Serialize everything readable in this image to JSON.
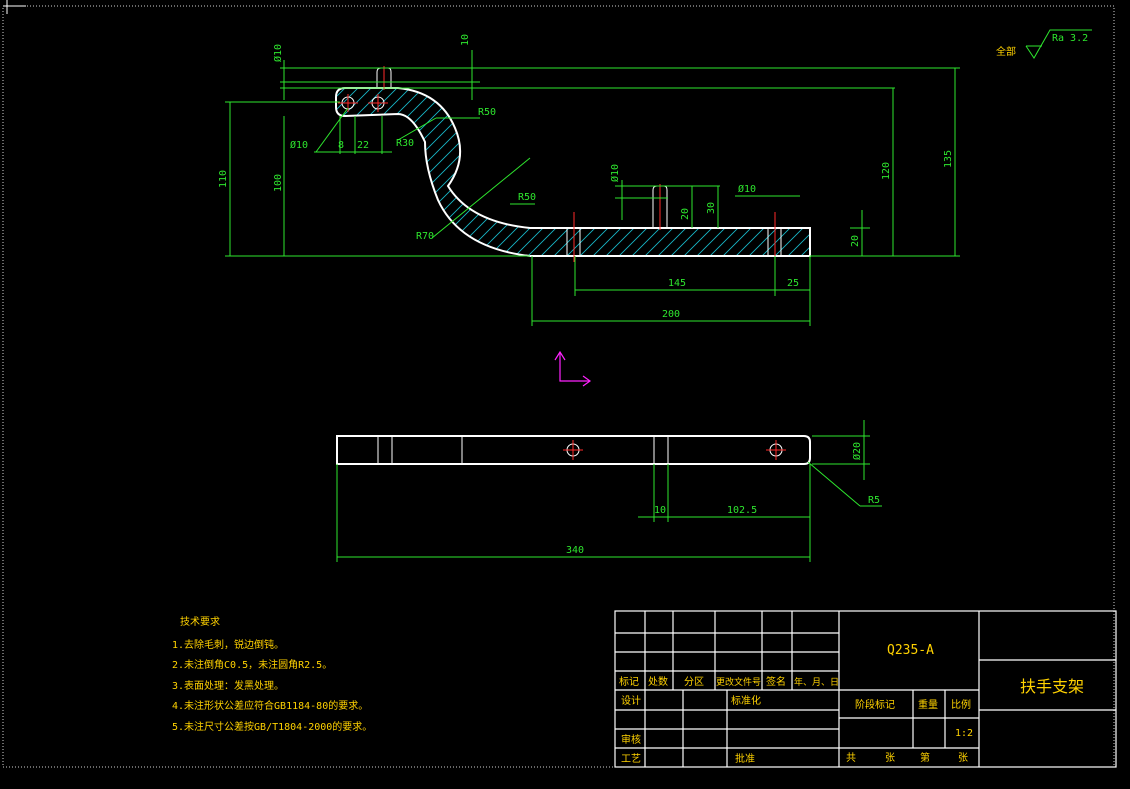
{
  "drawing": {
    "colors": {
      "background": "#000000",
      "outline": "#ffffff",
      "dimension": "#2ee62e",
      "hatch": "#19b8c8",
      "centerline": "#ff2a2a",
      "annotation": "#ffd200",
      "ucs": "#ff22ff"
    },
    "roughness": {
      "prefix": "全部",
      "value": "Ra 3.2"
    },
    "front_view_dims": {
      "d_top_dia": "Ø10",
      "d_top_ten": "10",
      "d_r50_top": "R50",
      "d_r30": "R30",
      "d_dia10_left": "Ø10",
      "d_eight": "8",
      "d_twenty_two": "22",
      "d_110": "110",
      "d_100": "100",
      "d_120": "120",
      "d_135": "135",
      "d_r70": "R70",
      "d_r50_mid": "R50",
      "d_dia10_mid": "Ø10",
      "d_twenty_mid": "20",
      "d_thirty": "30",
      "d_dia10_right": "Ø10",
      "d_twenty_right": "20",
      "d_145": "145",
      "d_25": "25",
      "d_200": "200"
    },
    "top_view_dims": {
      "d_dia20": "Ø20",
      "d_r5": "R5",
      "d_ten": "10",
      "d_102_5": "102.5",
      "d_340": "340"
    },
    "tech_notes": {
      "title": "技术要求",
      "items": [
        "1.去除毛刺，锐边倒钝。",
        "2.未注倒角C0.5，未注圆角R2.5。",
        "3.表面处理：发黑处理。",
        "4.未注形状公差应符合GB1184-80的要求。",
        "5.未注尺寸公差按GB/T1804-2000的要求。"
      ]
    },
    "title_block": {
      "material": "Q235-A",
      "part_name": "扶手支架",
      "hdr_mark": "标记",
      "hdr_count": "处数",
      "hdr_zone": "分区",
      "hdr_doc": "更改文件号",
      "hdr_sign": "签名",
      "hdr_date": "年、月、日",
      "design": "设计",
      "standard": "标准化",
      "stage_mark": "阶段标记",
      "weight": "重量",
      "scale": "比例",
      "scale_value": "1:2",
      "review": "审核",
      "process": "工艺",
      "approve": "批准",
      "total": "共",
      "sheets1": "张",
      "page_no": "第",
      "sheets2": "张"
    }
  }
}
